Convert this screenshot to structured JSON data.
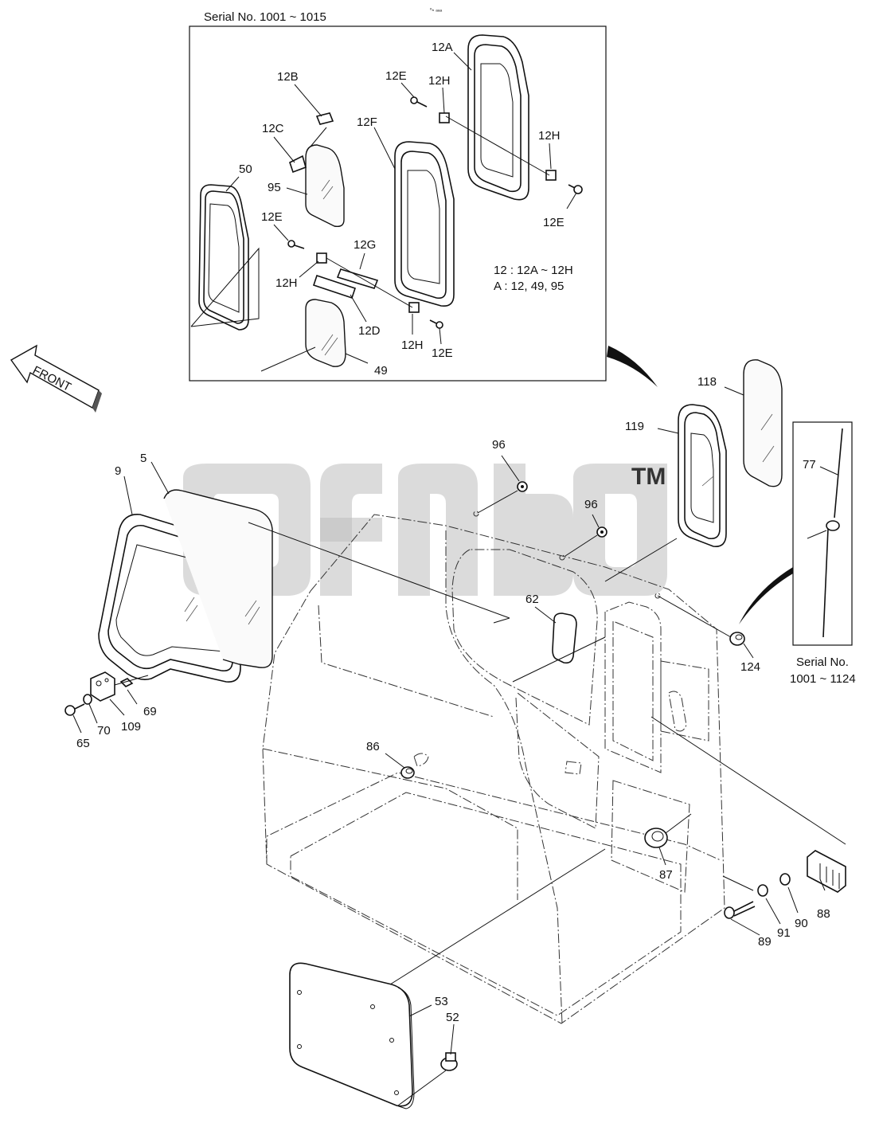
{
  "inset": {
    "title": "Serial No. 1001 ~ 1015",
    "note_line1": "12 : 12A ~ 12H",
    "note_line2": "A : 12, 49, 95"
  },
  "antenna_box": {
    "label_line1": "Serial No.",
    "label_line2": "1001 ~ 1124"
  },
  "front_arrow": "FRONT",
  "watermark": "dfdb",
  "trademark": "TM",
  "top_marker": "ⁿₙ ₐₐₐ",
  "parts": {
    "p12A": "12A",
    "p12B": "12B",
    "p12C": "12C",
    "p12E_a": "12E",
    "p12E_b": "12E",
    "p12E_c": "12E",
    "p12E_d": "12E",
    "p12F": "12F",
    "p12G": "12G",
    "p12H_a": "12H",
    "p12H_b": "12H",
    "p12H_c": "12H",
    "p12H_d": "12H",
    "p12D": "12D",
    "p50": "50",
    "p95": "95",
    "p49": "49",
    "p118": "118",
    "p119": "119",
    "p77": "77",
    "p96_a": "96",
    "p96_b": "96",
    "p62": "62",
    "p124": "124",
    "p9": "9",
    "p5": "5",
    "p69": "69",
    "p109": "109",
    "p70": "70",
    "p65": "65",
    "p86": "86",
    "p87": "87",
    "p88": "88",
    "p89": "89",
    "p90": "90",
    "p91": "91",
    "p53": "53",
    "p52": "52"
  }
}
